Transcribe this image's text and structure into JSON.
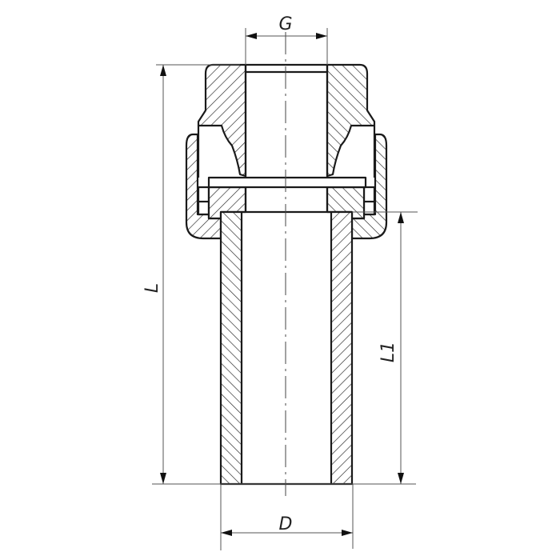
{
  "drawing": {
    "labels": {
      "G": "G",
      "L": "L",
      "L1": "L1",
      "D": "D"
    },
    "line_color": "#1a1a1a",
    "background": "#ffffff"
  }
}
